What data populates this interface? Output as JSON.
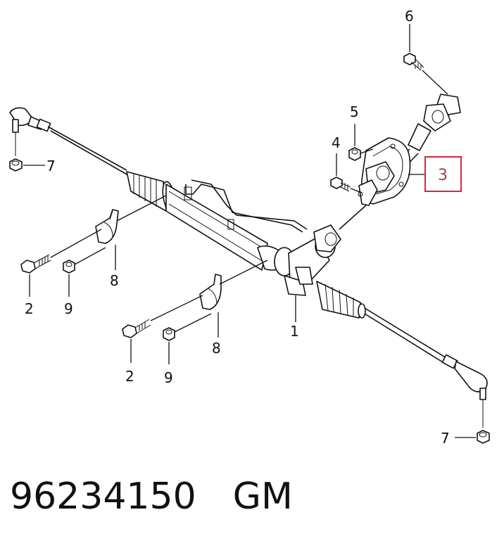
{
  "callouts": {
    "c1": "1",
    "c2a": "2",
    "c2b": "2",
    "c3": "3",
    "c4": "4",
    "c5": "5",
    "c6": "6",
    "c7a": "7",
    "c7b": "7",
    "c8a": "8",
    "c8b": "8",
    "c9a": "9",
    "c9b": "9"
  },
  "highlight": {
    "callout": "3",
    "color": "#d6273b"
  },
  "footer": {
    "part_number": "96234150",
    "brand": "GM"
  }
}
